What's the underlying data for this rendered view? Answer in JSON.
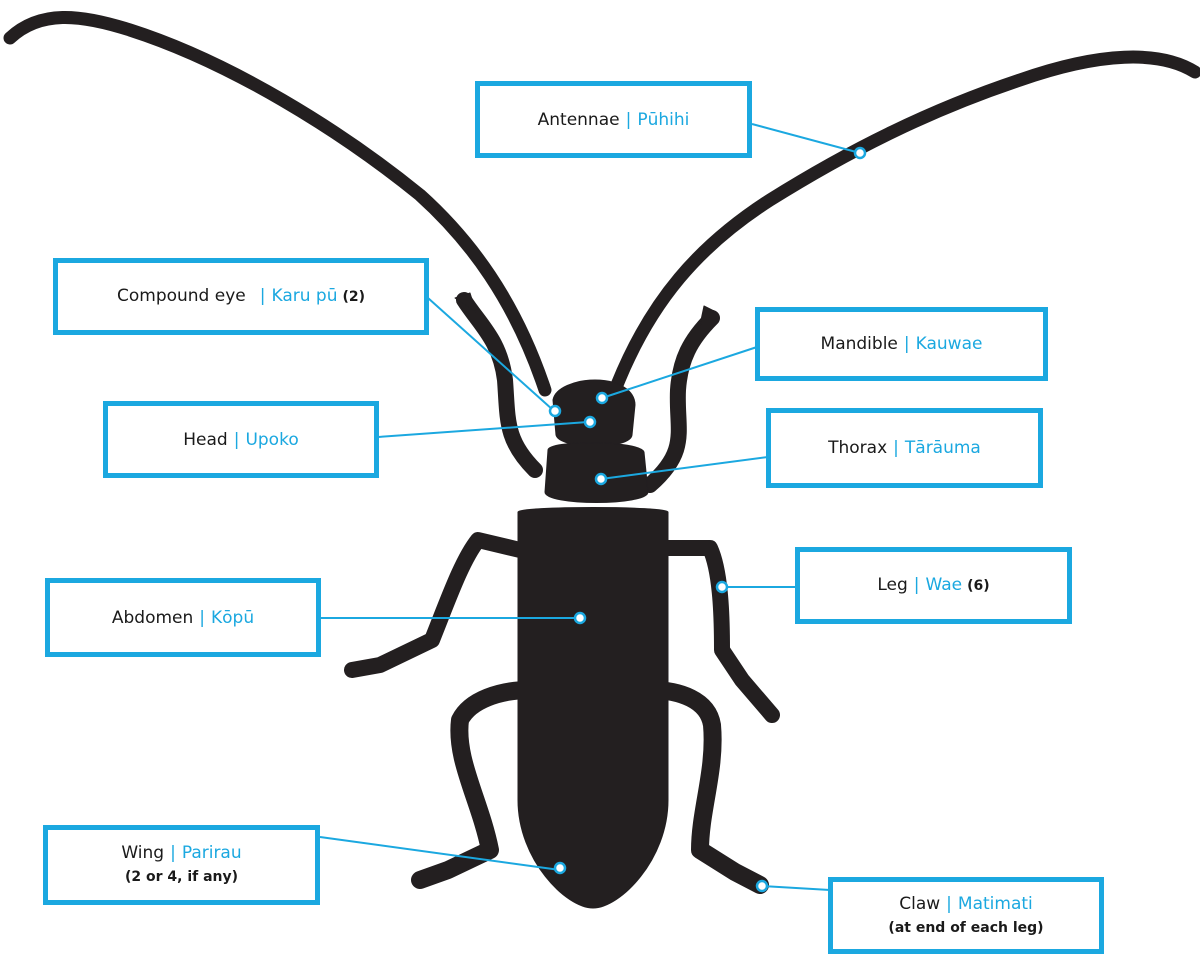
{
  "colors": {
    "accent": "#1ba8e0",
    "silhouette": "#231f20",
    "text": "#1a1a1a"
  },
  "labels": {
    "antennae": {
      "english": "Antennae",
      "separator": "|",
      "maori": "Pūhihi"
    },
    "compound_eye": {
      "english": "Compound eye",
      "separator": "|",
      "maori": "Karu pū",
      "count": "(2)"
    },
    "mandible": {
      "english": "Mandible",
      "separator": "|",
      "maori": "Kauwae"
    },
    "head": {
      "english": "Head",
      "separator": "|",
      "maori": "Upoko"
    },
    "thorax": {
      "english": "Thorax",
      "separator": "|",
      "maori": "Tārāuma"
    },
    "leg": {
      "english": "Leg",
      "separator": "|",
      "maori": "Wae",
      "count": "(6)"
    },
    "abdomen": {
      "english": "Abdomen",
      "separator": "|",
      "maori": "Kōpū"
    },
    "wing": {
      "english": "Wing",
      "separator": "|",
      "maori": "Parirau",
      "note": "(2 or 4, if any)"
    },
    "claw": {
      "english": "Claw",
      "separator": "|",
      "maori": "Matimati",
      "note": "(at end of each leg)"
    }
  }
}
